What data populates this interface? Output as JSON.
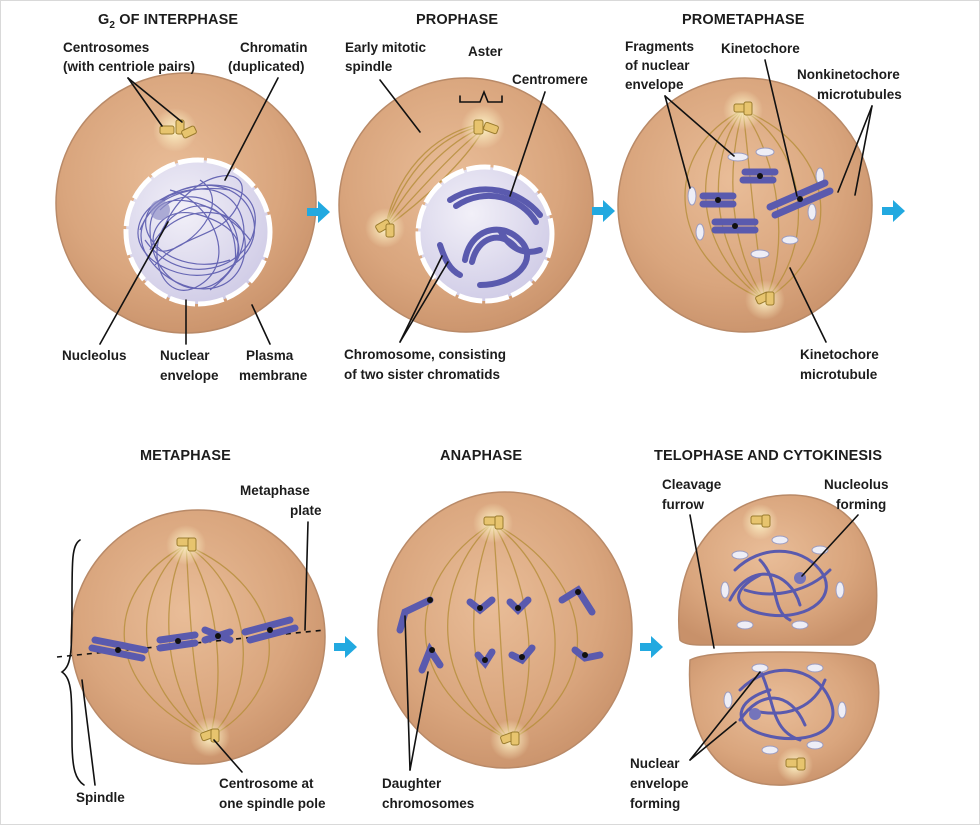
{
  "panels": {
    "g2": {
      "title_main": "G",
      "title_sub": "2",
      "title_rest": " OF INTERPHASE",
      "labels": {
        "centrosomes_1": "Centrosomes",
        "centrosomes_2": "(with centriole pairs)",
        "chromatin_1": "Chromatin",
        "chromatin_2": "(duplicated)",
        "nucleolus": "Nucleolus",
        "nuclear_envelope_1": "Nuclear",
        "nuclear_envelope_2": "envelope",
        "plasma_membrane_1": "Plasma",
        "plasma_membrane_2": "membrane"
      }
    },
    "prophase": {
      "title": "PROPHASE",
      "labels": {
        "spindle_1": "Early mitotic",
        "spindle_2": "spindle",
        "aster": "Aster",
        "centromere": "Centromere",
        "chromosome_1": "Chromosome, consisting",
        "chromosome_2": "of two sister chromatids"
      }
    },
    "prometaphase": {
      "title": "PROMETAPHASE",
      "labels": {
        "fragments_1": "Fragments",
        "fragments_2": "of nuclear",
        "fragments_3": "envelope",
        "kinetochore": "Kinetochore",
        "nonkinetochore_1": "Nonkinetochore",
        "nonkinetochore_2": "microtubules",
        "kinetochore_mt_1": "Kinetochore",
        "kinetochore_mt_2": "microtubule"
      }
    },
    "metaphase": {
      "title": "METAPHASE",
      "labels": {
        "plate_1": "Metaphase",
        "plate_2": "plate",
        "spindle": "Spindle",
        "centrosome_1": "Centrosome at",
        "centrosome_2": "one spindle pole"
      }
    },
    "anaphase": {
      "title": "ANAPHASE",
      "labels": {
        "daughter_1": "Daughter",
        "daughter_2": "chromosomes"
      }
    },
    "telophase": {
      "title": "TELOPHASE AND CYTOKINESIS",
      "labels": {
        "cleavage_1": "Cleavage",
        "cleavage_2": "furrow",
        "nucleolus_1": "Nucleolus",
        "nucleolus_2": "forming",
        "envelope_1": "Nuclear",
        "envelope_2": "envelope",
        "envelope_3": "forming"
      }
    }
  },
  "colors": {
    "cell": "#d9a57d",
    "cell_edge": "#b98a68",
    "nucleus": "#e6e3f1",
    "chromosome": "#5a5aae",
    "centrosome": "#e7c46e",
    "arrow": "#22a9e0",
    "text": "#1c1c1c"
  }
}
